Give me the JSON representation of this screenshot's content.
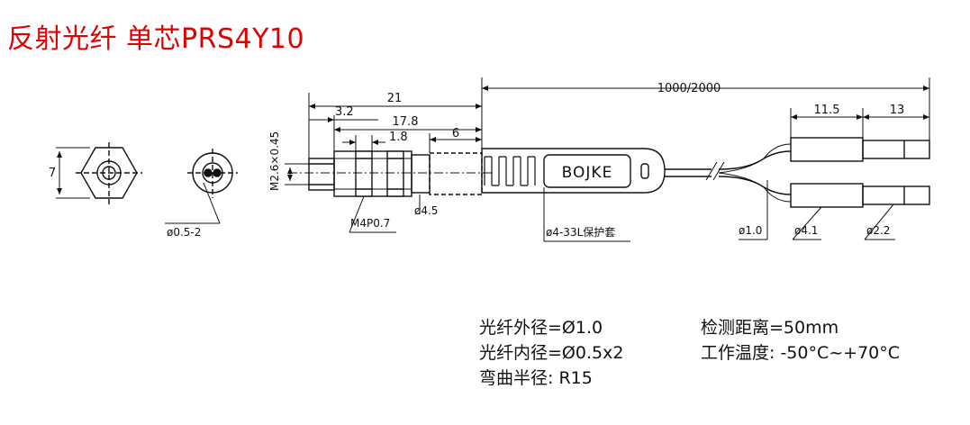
{
  "title": "反射光纤 单芯PRS4Y10",
  "dimensions": {
    "total_length": "21",
    "d_3_2": "3.2",
    "d_17_8": "17.8",
    "d_1_8": "1.8",
    "d_6": "6",
    "cable_length": "1000/2000",
    "d_11_5": "11.5",
    "d_13": "13",
    "hex_size": "7",
    "thread_vertical": "M2.6×0.45"
  },
  "labels": {
    "hole": "ø0.5-2",
    "thread": "M4P0.7",
    "dia_4_5": "ø4.5",
    "sleeve": "ø4-33L保护套",
    "fiber_1_0": "ø1.0",
    "fiber_4_1": "ø4.1",
    "fiber_2_2": "ø2.2",
    "brand": "BOJKE"
  },
  "specs_left": [
    "光纤外径=Ø1.0",
    "光纤内径=Ø0.5x2",
    "弯曲半径:  R15"
  ],
  "specs_right": [
    "检测距离=50mm",
    "工作温度:  -50°C~+70°C"
  ]
}
